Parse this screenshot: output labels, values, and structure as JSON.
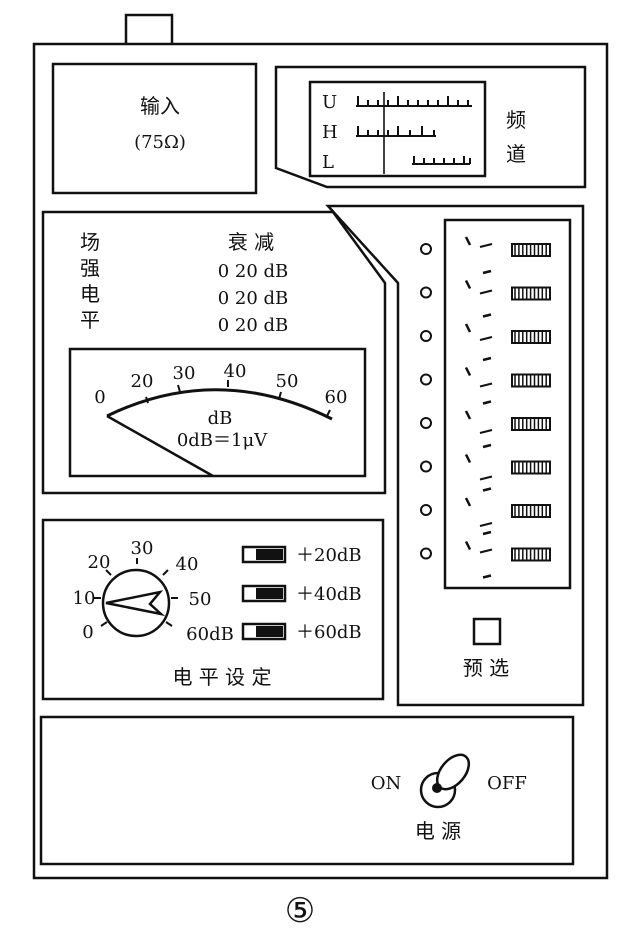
{
  "input": {
    "label": "输入",
    "impedance": "(75Ω)"
  },
  "band": {
    "rows": [
      "U",
      "H",
      "L"
    ],
    "title_chars": [
      "频",
      "道"
    ]
  },
  "field_strength": {
    "title_chars": [
      "场",
      "强",
      "电",
      "平"
    ],
    "attenuation_title": "衰 减",
    "rows": [
      "0 20 dB",
      "0 20 dB",
      "0 20 dB"
    ]
  },
  "meter": {
    "ticks": [
      "0",
      "20",
      "30",
      "40",
      "50",
      "60"
    ],
    "unit": "dB",
    "reference": "0dB＝1μV",
    "needle_value": 0
  },
  "level_setting": {
    "dial_marks": [
      "0",
      "10",
      "20",
      "30",
      "40",
      "50",
      "60dB"
    ],
    "ranges": [
      "＋20dB",
      "＋40dB",
      "＋60dB"
    ],
    "title": "电 平 设 定"
  },
  "channels": {
    "count": 8
  },
  "preset": {
    "label": "预 选"
  },
  "power": {
    "on": "ON",
    "off": "OFF",
    "label": "电 源"
  },
  "figure_number": "⑤"
}
